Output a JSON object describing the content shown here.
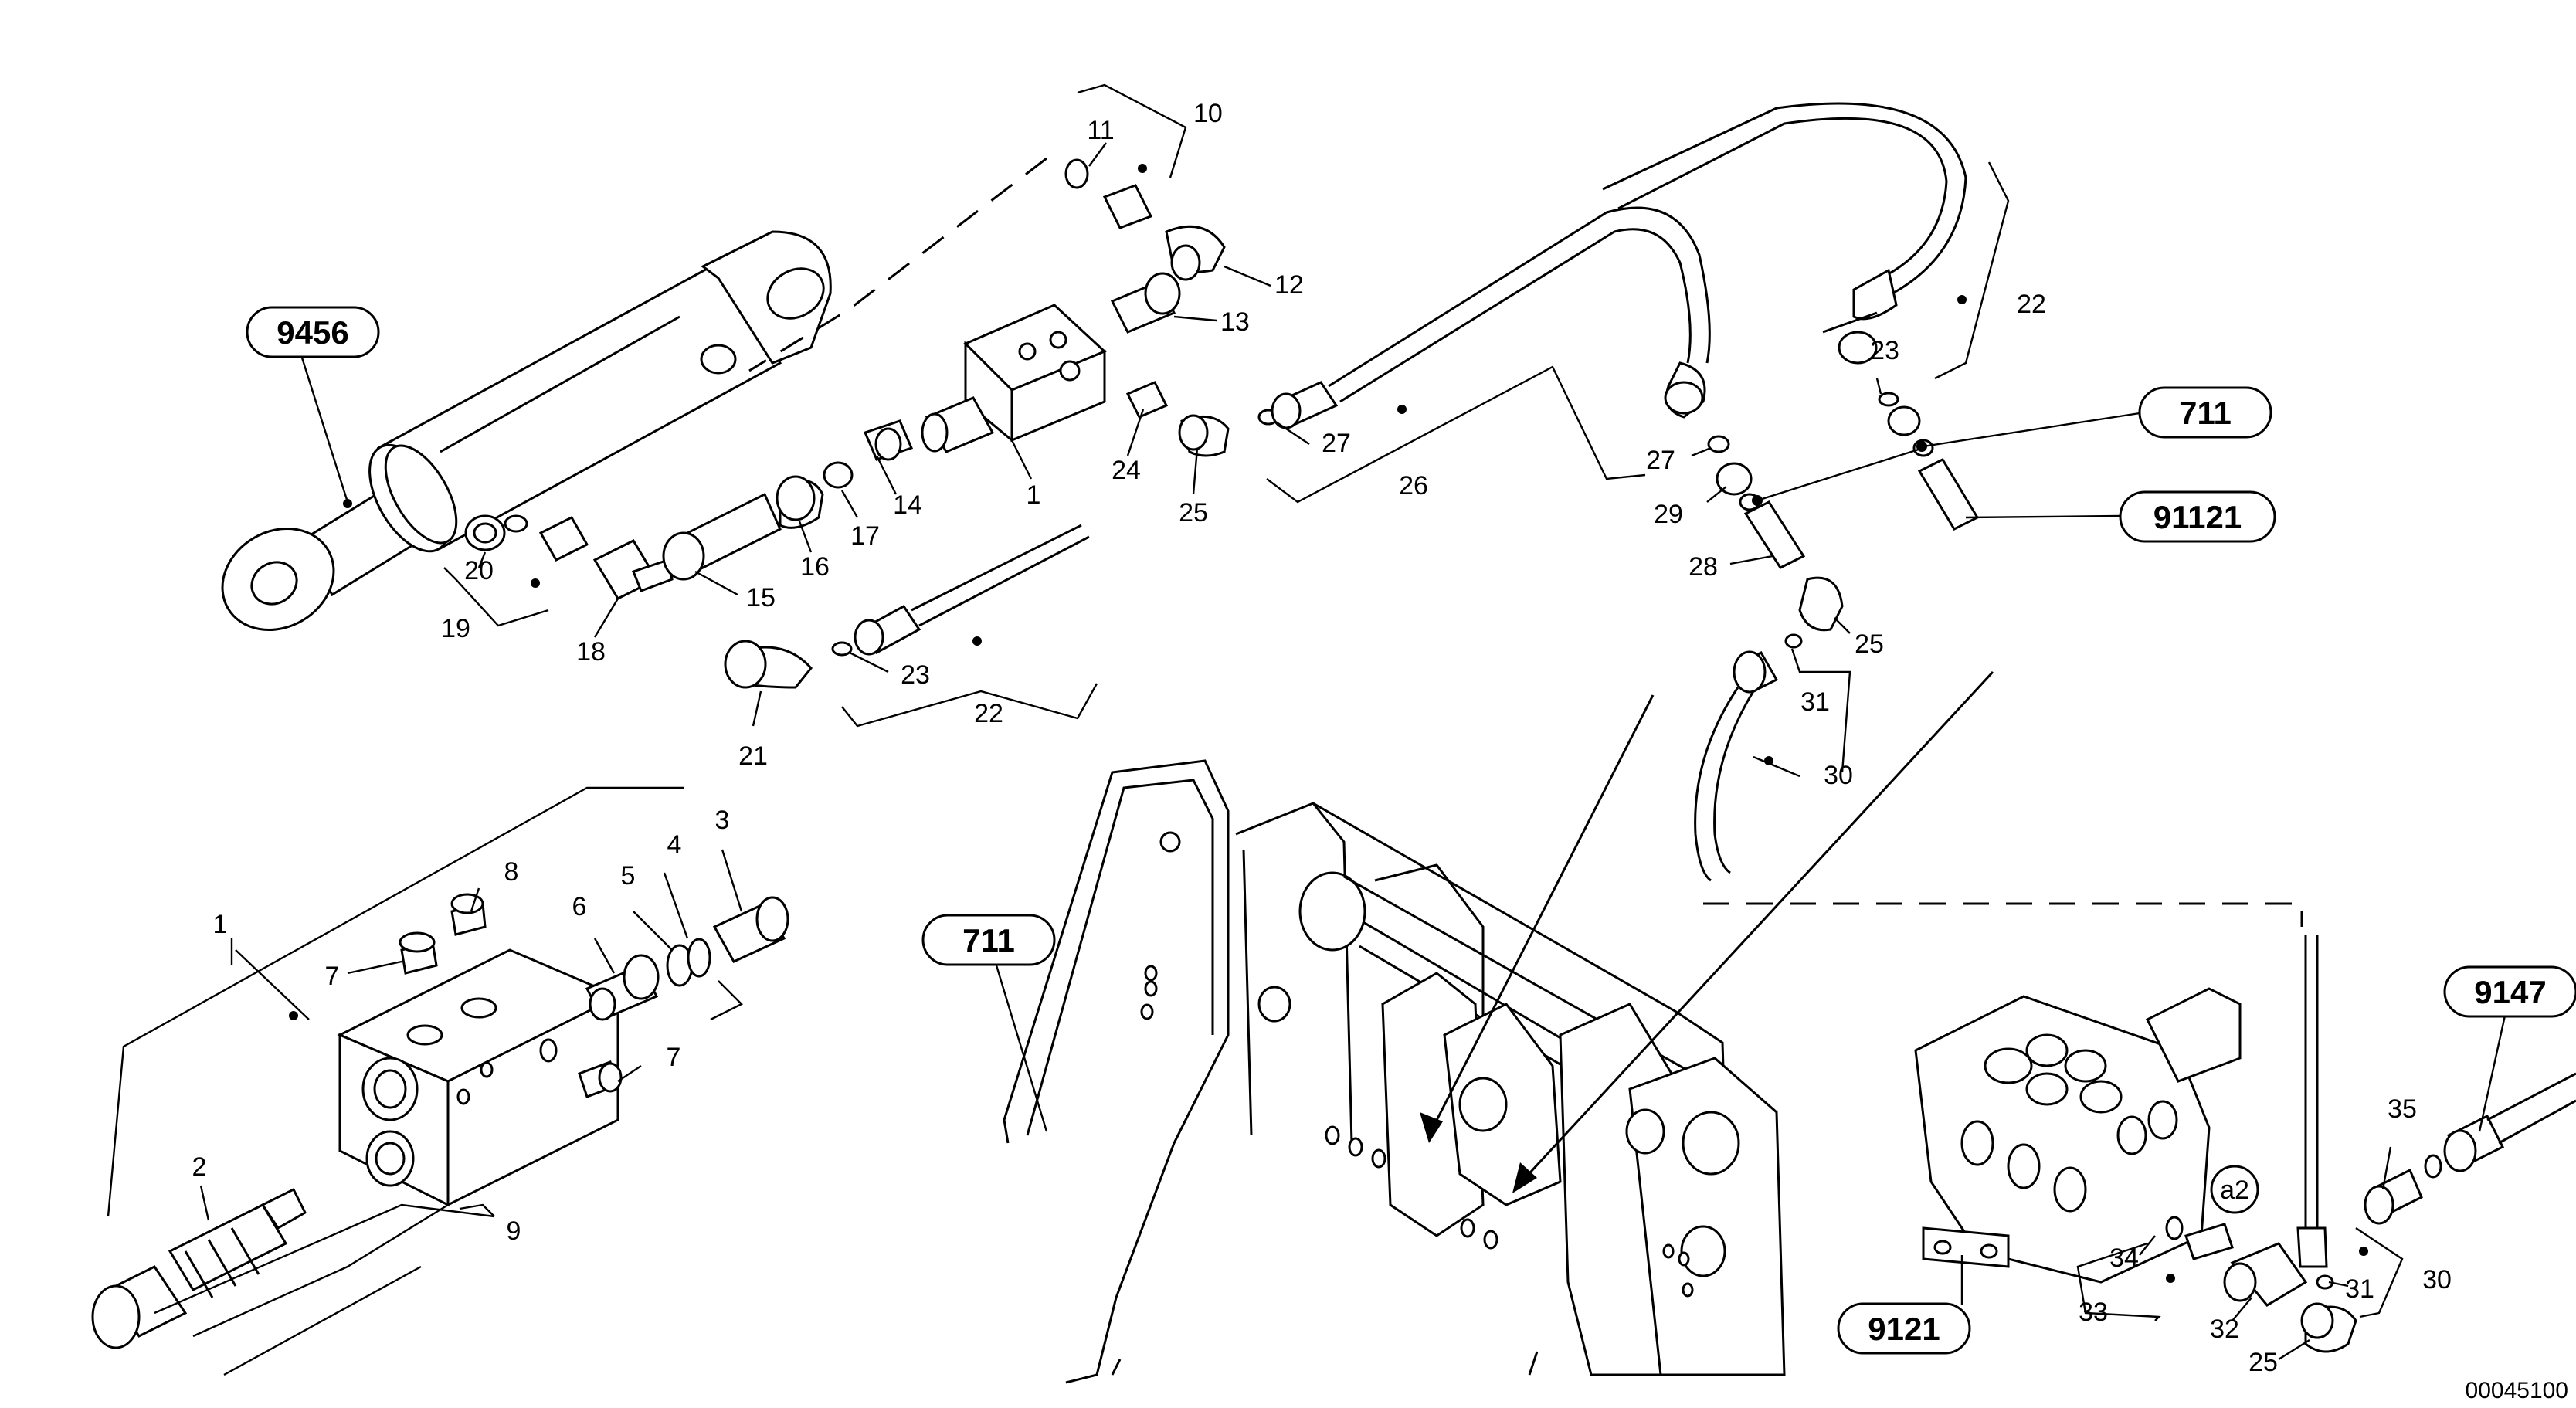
{
  "document_id": "00045100",
  "reference_labels": {
    "cylinder_group": "9456",
    "frame_top": "711",
    "frame_left": "711",
    "quick_coupler": "91121",
    "hose_group": "9147",
    "control_valve": "9121",
    "detail_marker": "a2"
  },
  "callouts": {
    "c1a": "1",
    "c1b": "1",
    "c2": "2",
    "c3": "3",
    "c4": "4",
    "c5": "5",
    "c6": "6",
    "c7a": "7",
    "c7b": "7",
    "c8": "8",
    "c9": "9",
    "c10": "10",
    "c11": "11",
    "c12": "12",
    "c13": "13",
    "c14": "14",
    "c15": "15",
    "c16": "16",
    "c17": "17",
    "c18": "18",
    "c19": "19",
    "c20": "20",
    "c21": "21",
    "c22a": "22",
    "c22b": "22",
    "c23a": "23",
    "c23b": "23",
    "c24": "24",
    "c25a": "25",
    "c25b": "25",
    "c25c": "25",
    "c26": "26",
    "c27a": "27",
    "c27b": "27",
    "c28": "28",
    "c29": "29",
    "c30a": "30",
    "c30b": "30",
    "c31a": "31",
    "c31b": "31",
    "c32": "32",
    "c33": "33",
    "c34": "34",
    "c35": "35"
  }
}
